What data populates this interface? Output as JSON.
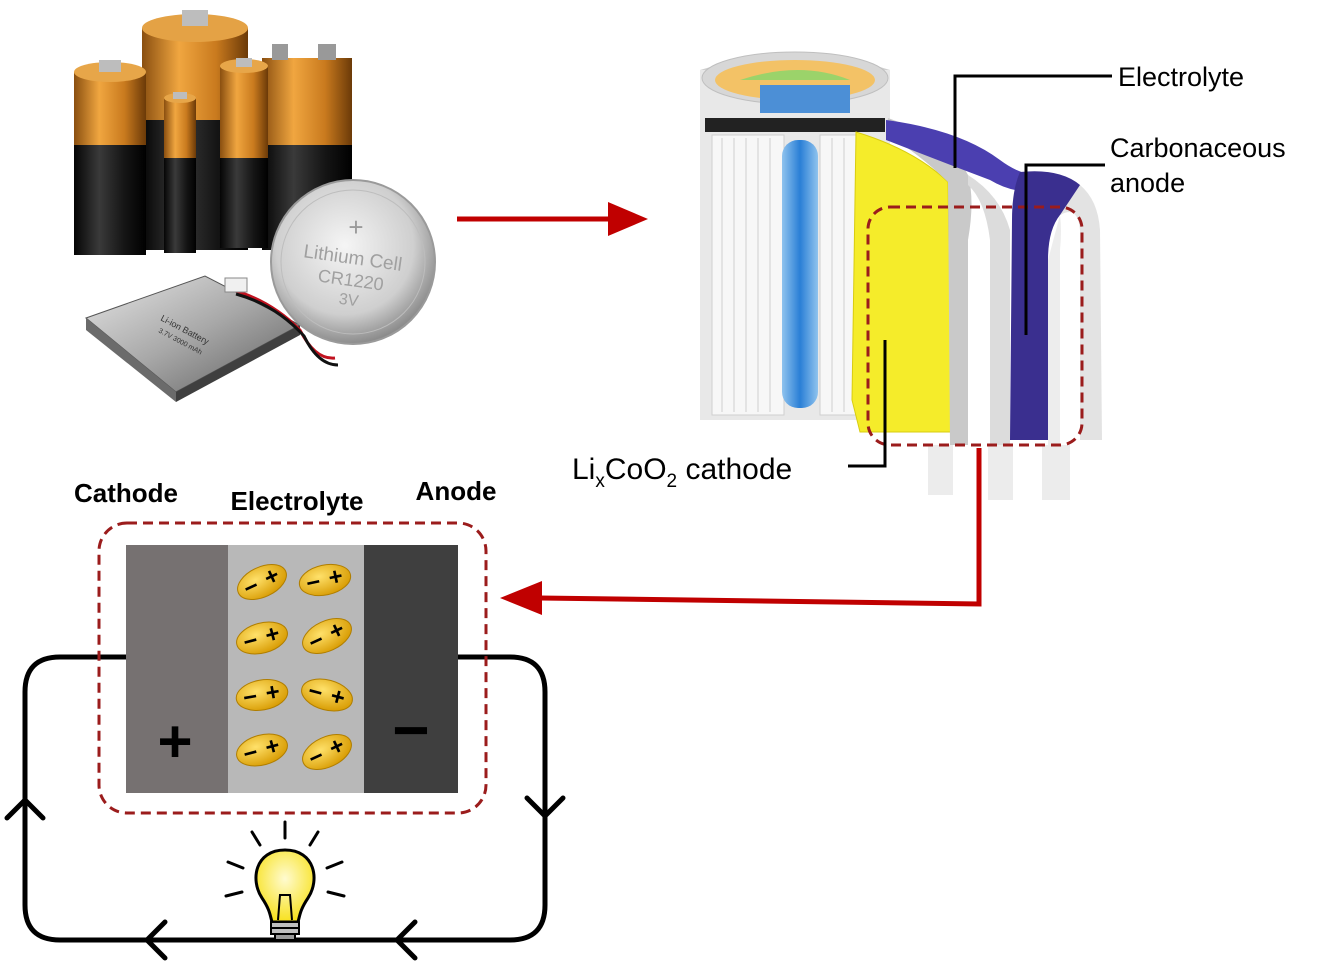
{
  "labels": {
    "electrolyte_top": "Electrolyte",
    "carbonaceous_line1": "Carbonaceous",
    "carbonaceous_line2": "anode",
    "cathode_prefix": "Li",
    "cathode_sub_x": "x",
    "cathode_mid": "CoO",
    "cathode_sub_2": "2",
    "cathode_suffix": " cathode",
    "cell_cathode": "Cathode",
    "cell_electrolyte": "Electrolyte",
    "cell_anode": "Anode",
    "plus_sign": "+",
    "minus_sign": "−"
  },
  "batteries": {
    "coin_line1": "Lithium Cell",
    "coin_line2": "CR1220",
    "coin_line3": "3V",
    "coin_plus": "+",
    "pouch_line1": "Li-ion Battery",
    "pouch_line2": "3.7V 3000 mAh"
  },
  "ion": {
    "neg": "−",
    "pos": "+"
  },
  "colors": {
    "arrow_red": "#c00000",
    "dashed_red": "#9b1c1c",
    "cathode_plate": "#767171",
    "electrolyte_fill": "#b8b8b8",
    "anode_plate": "#3f3f3f",
    "ion_gold": "#e8b20c",
    "cathode_yellow": "#f5ec2a",
    "anode_blue": "#3a2f8f",
    "wire": "#000000"
  },
  "icons": [
    "lightbulb-icon",
    "arrow-right-icon",
    "arrow-left-icon",
    "circuit-direction-arrow-icon"
  ]
}
